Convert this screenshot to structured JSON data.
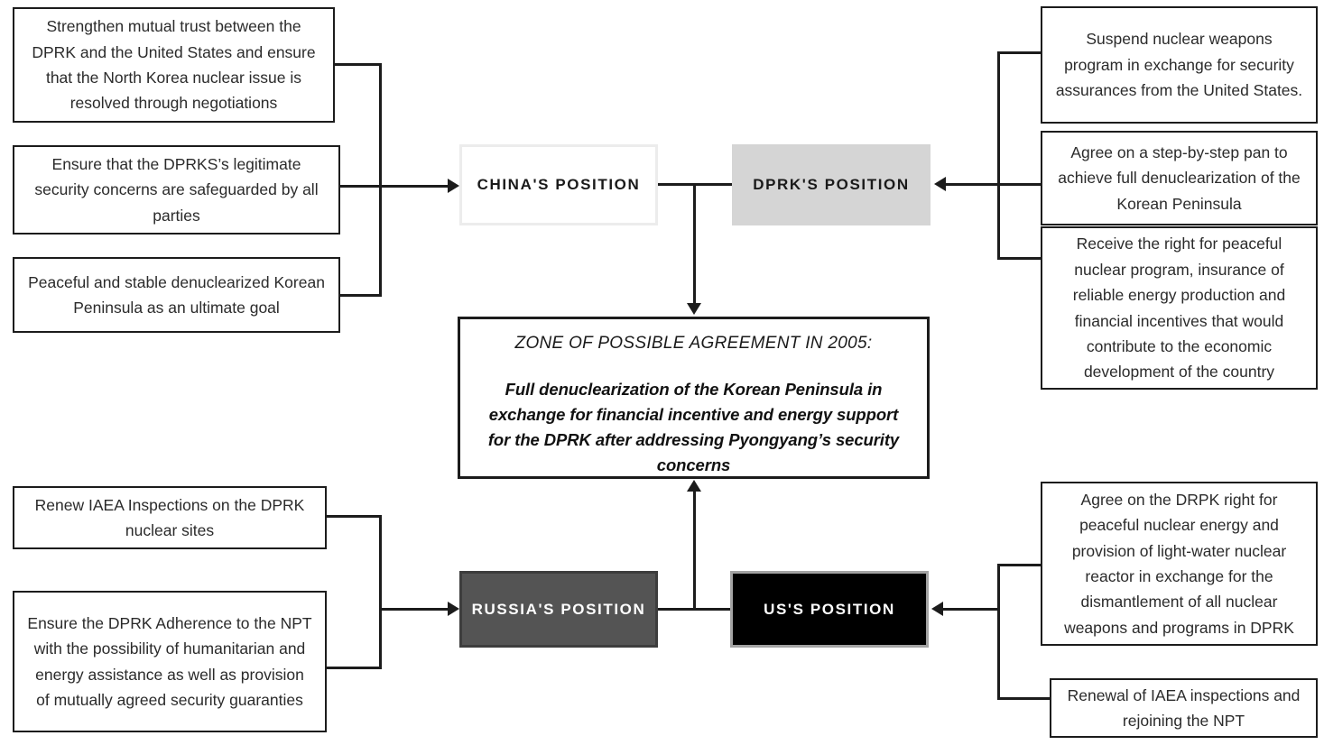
{
  "diagram": {
    "title": "Six-Party Talks Positions and Zone of Possible Agreement",
    "colors": {
      "line": "#1c1c1c",
      "box_border": "#1c1c1c",
      "china_fill": "#ffffff",
      "china_border": "#ececec",
      "dprk_fill": "#d5d5d5",
      "russia_fill": "#545454",
      "us_fill": "#000000",
      "text": "#2b2b2b"
    }
  },
  "nodes": {
    "china": {
      "label": "CHINA'S POSITION"
    },
    "dprk": {
      "label": "DPRK'S POSITION"
    },
    "russia": {
      "label": "RUSSIA'S POSITION"
    },
    "us": {
      "label": "US'S POSITION"
    }
  },
  "zopa": {
    "heading": "ZONE OF POSSIBLE AGREEMENT IN  2005:",
    "body": "Full denuclearization of the Korean Peninsula in exchange for financial incentive and energy support for the DPRK after addressing Pyongyang’s security concerns"
  },
  "china_points": [
    {
      "text": "Strengthen mutual trust between the DPRK and the United States and ensure that the North Korea nuclear issue is resolved through negotiations"
    },
    {
      "text": "Ensure that the DPRKS’s legitimate security concerns are safeguarded by all parties"
    },
    {
      "text": "Peaceful and stable denuclearized Korean Peninsula as an ultimate goal"
    }
  ],
  "dprk_points": [
    {
      "text": "Suspend nuclear weapons program in exchange for security assurances from the United States."
    },
    {
      "text": "Agree on a step-by-step pan to achieve full denuclearization of the Korean Peninsula"
    },
    {
      "text": "Receive the right for peaceful nuclear program, insurance of reliable energy production and financial incentives that would contribute to the economic development of the country"
    }
  ],
  "russia_points": [
    {
      "text": "Renew IAEA Inspections on the DPRK nuclear sites"
    },
    {
      "text": "Ensure the DPRK Adherence to the NPT with the possibility of humanitarian and energy assistance as well as provision of mutually agreed security guaranties"
    }
  ],
  "us_points": [
    {
      "text": "Agree on the DRPK right for peaceful nuclear energy and provision of light-water nuclear reactor in exchange for the dismantlement of all nuclear weapons and programs in DPRK"
    },
    {
      "text": "Renewal of IAEA inspections and rejoining the NPT"
    }
  ]
}
